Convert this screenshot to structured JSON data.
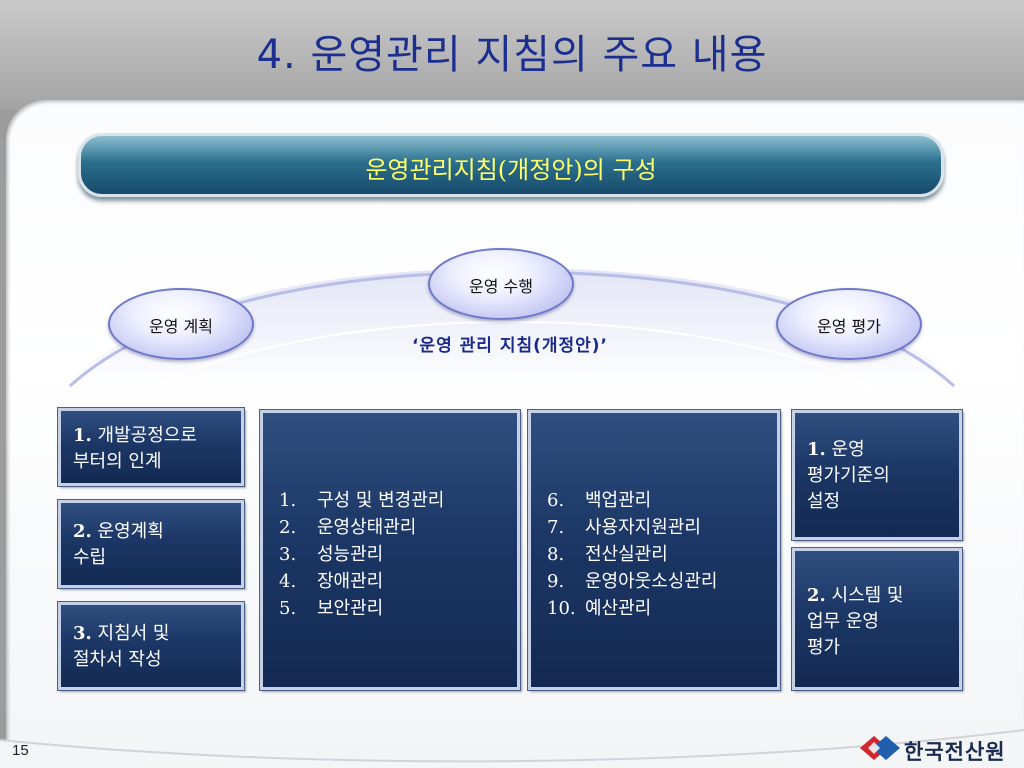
{
  "slide": {
    "title": "4. 운영관리 지침의 주요 내용",
    "page_number": "15"
  },
  "banner": {
    "text": "운영관리지침(개정안)의 구성"
  },
  "cycle": {
    "top": "운영  수행",
    "left": "운영  계획",
    "right": "운영  평가",
    "center": "‘운영  관리  지침(개정안)’"
  },
  "plan_boxes": [
    {
      "num": "1.",
      "text": " 개발공정으로\n부터의 인계"
    },
    {
      "num": "2.",
      "text": " 운영계획\n수립"
    },
    {
      "num": "3.",
      "text": " 지침서 및\n절차서 작성"
    }
  ],
  "exec_list_1": [
    {
      "n": "1.",
      "label": "구성 및 변경관리"
    },
    {
      "n": "2.",
      "label": "운영상태관리"
    },
    {
      "n": "3.",
      "label": "성능관리"
    },
    {
      "n": "4.",
      "label": "장애관리"
    },
    {
      "n": "5.",
      "label": "보안관리"
    }
  ],
  "exec_list_2": [
    {
      "n": "6.",
      "label": "백업관리"
    },
    {
      "n": "7.",
      "label": "사용자지원관리"
    },
    {
      "n": "8.",
      "label": "전산실관리"
    },
    {
      "n": "9.",
      "label": "운영아웃소싱관리"
    },
    {
      "n": "10.",
      "label": "예산관리"
    }
  ],
  "eval_boxes": [
    {
      "num": "1.",
      "text": " 운영\n평가기준의\n설정"
    },
    {
      "num": "2.",
      "text": " 시스템 및\n업무 운영\n평가"
    }
  ],
  "logo": {
    "icon": "kcc-diamond-logo-icon",
    "text": "한국전산원"
  },
  "colors": {
    "title": "#1c2f8f",
    "banner_text": "#ffff66",
    "box_fill": "#1c3766",
    "logo_red": "#d2262e",
    "logo_blue": "#1f5fae"
  }
}
